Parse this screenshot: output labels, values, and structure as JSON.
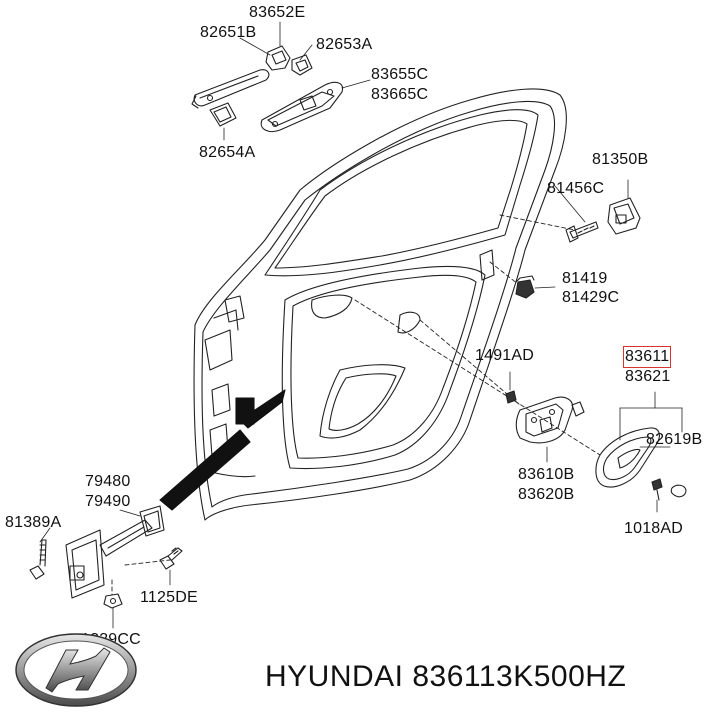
{
  "labels": {
    "p83652E": "83652E",
    "p82651B": "82651B",
    "p82653A": "82653A",
    "p83655C": "83655C",
    "p83665C": "83665C",
    "p82654A": "82654A",
    "p81350B": "81350B",
    "p81456C": "81456C",
    "p81419": "81419",
    "p81429C": "81429C",
    "p1491AD": "1491AD",
    "p83611": "83611",
    "p83621": "83621",
    "p82619B": "82619B",
    "p83610B": "83610B",
    "p83620B": "83620B",
    "p1018AD": "1018AD",
    "p79480": "79480",
    "p79490": "79490",
    "p81389A": "81389A",
    "p1125DE": "1125DE",
    "p1339CC": "1339CC"
  },
  "footer": {
    "brand": "HYUNDAI",
    "part_number": "836113K500HZ"
  },
  "highlight_color": "#d9342b"
}
